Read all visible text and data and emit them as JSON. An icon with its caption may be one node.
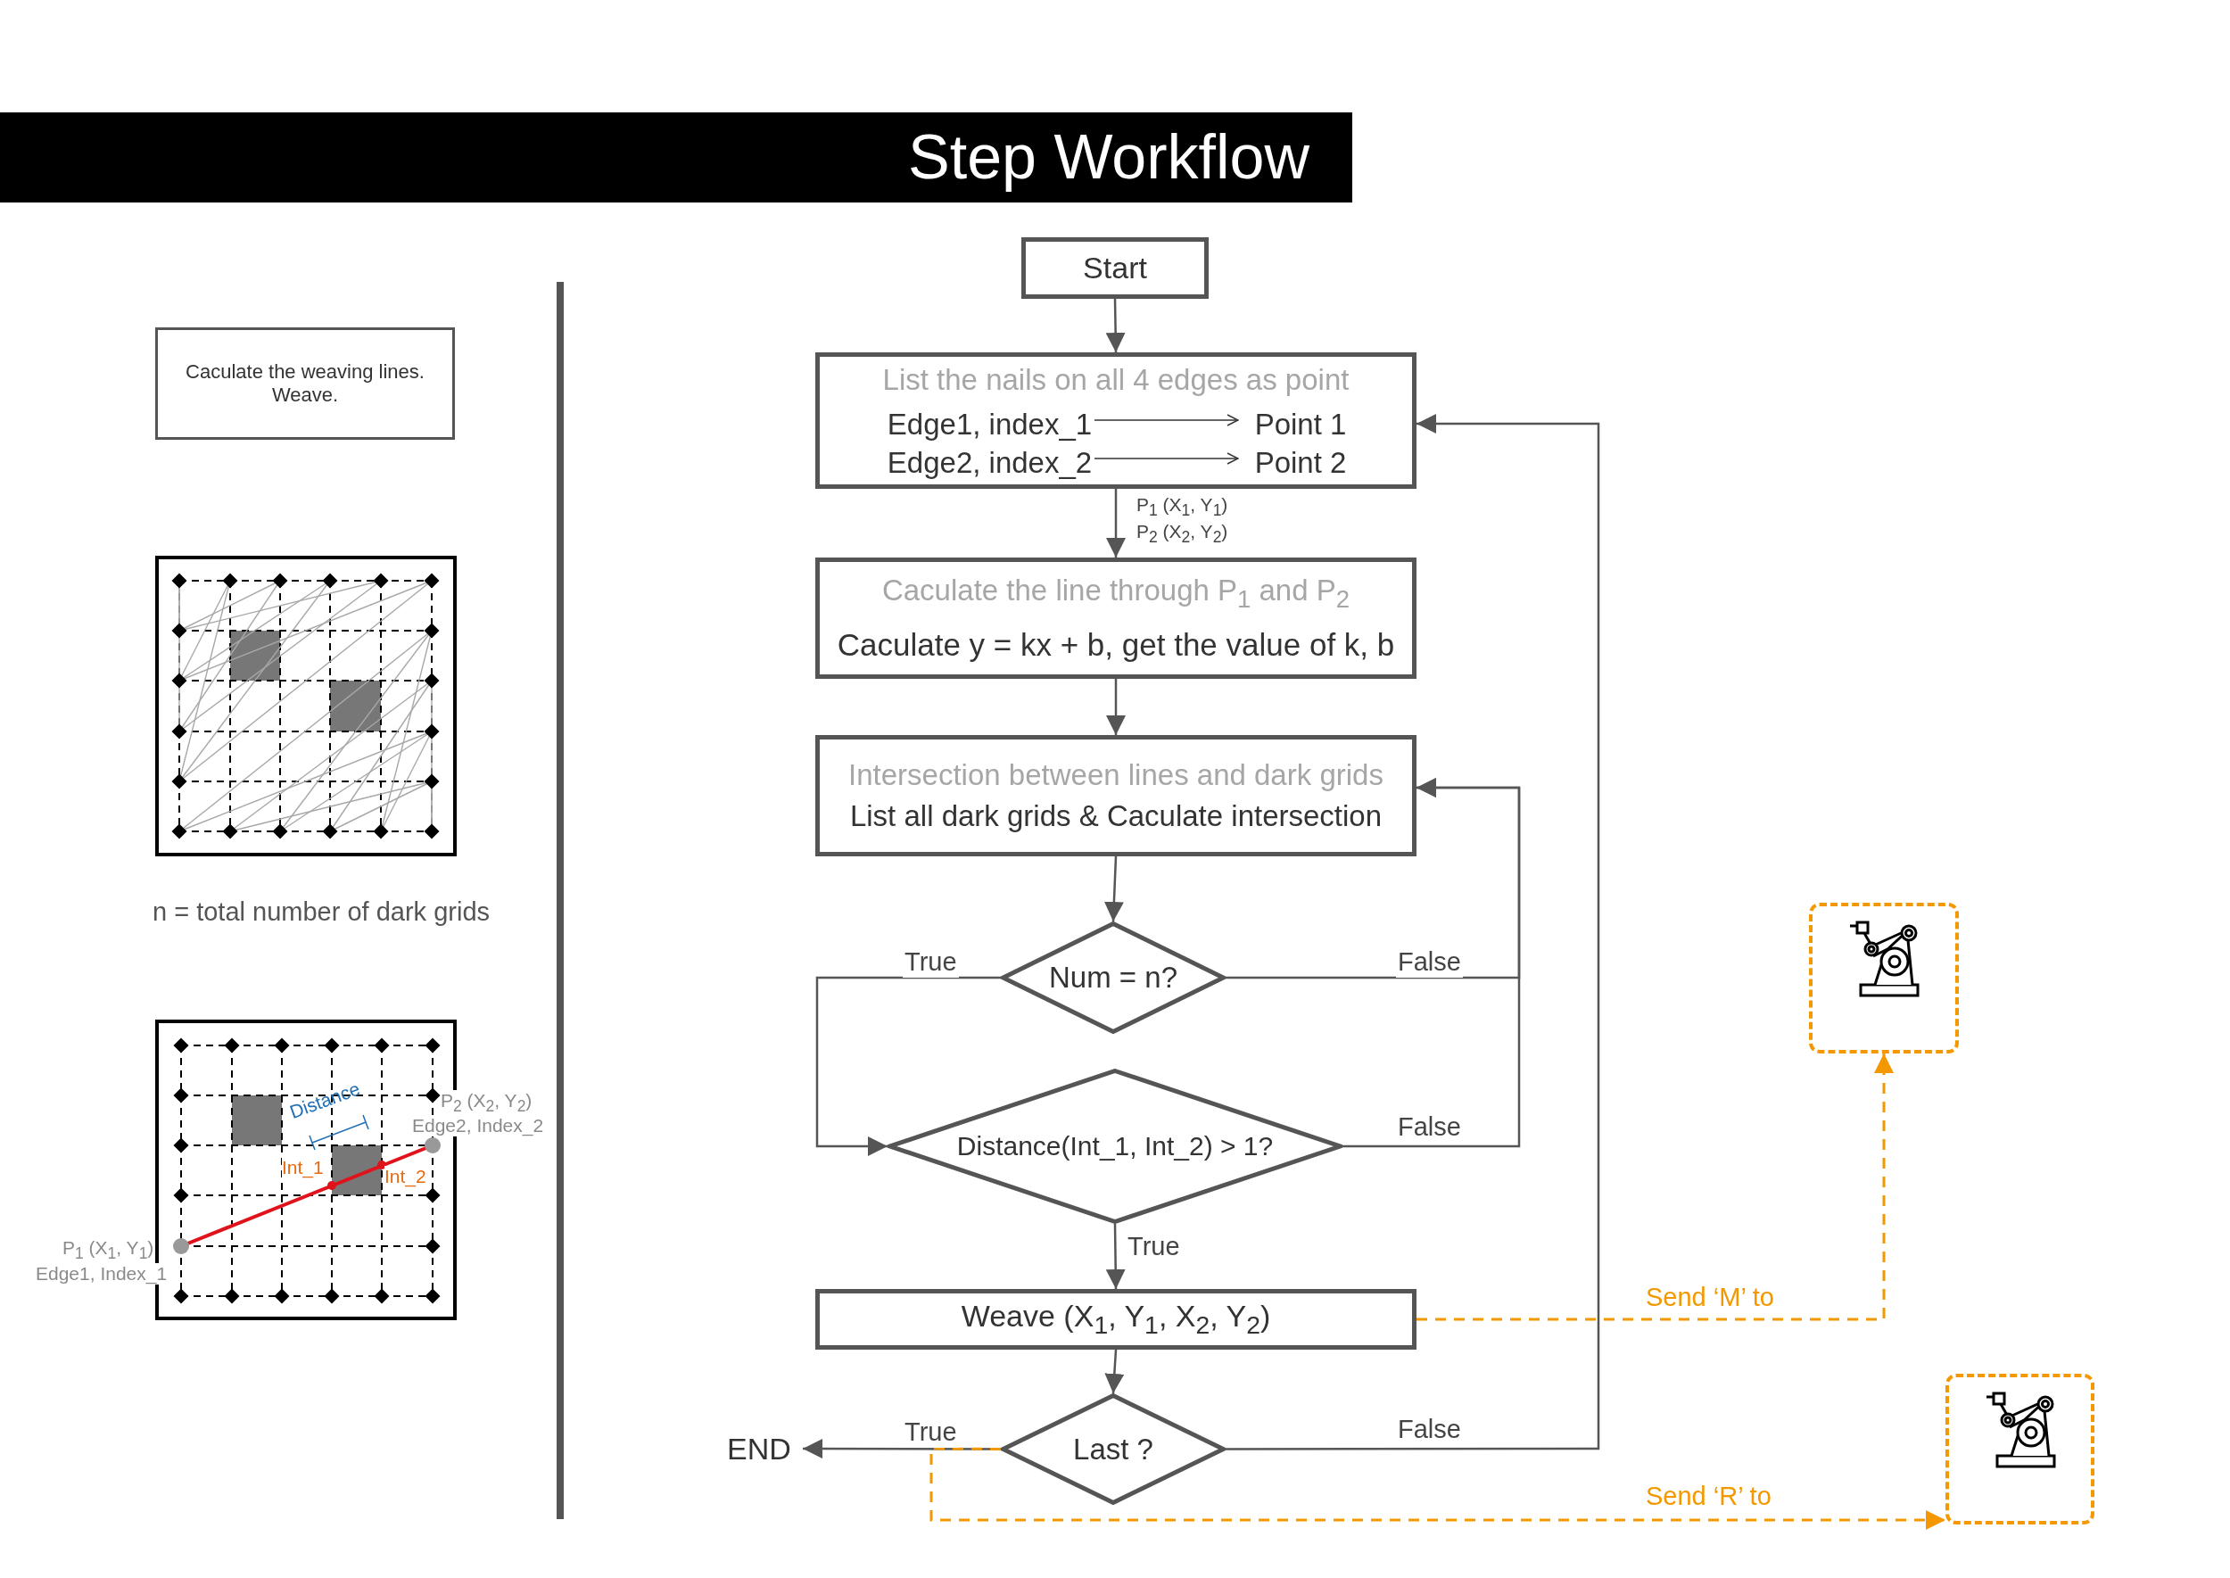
{
  "diagram": {
    "title": "Step Workflow",
    "nodes": [
      {
        "text": [
          "Start"
        ]
      },
      {
        "text": [
          "List the nails on all 4 edges as point"
        ]
      },
      {
        "text": [
          "Edge1, index_1"
        ],
        "in": 1
      },
      {
        "text": [
          "Point 1"
        ],
        "in": 1
      },
      {
        "text": [
          "Edge2, index_2"
        ],
        "in": 1
      },
      {
        "text": [
          "Point 2"
        ],
        "in": 1
      },
      {
        "text": [
          "Caculate the line through P$_{1}$ and P$_{2}$",
          "Caculate y = kx + b, get the value of k, b"
        ]
      },
      {
        "text": [
          "Intersection between lines and dark grids",
          "List all dark grids & Caculate intersection"
        ]
      },
      {
        "text": [
          "Num = n?"
        ]
      },
      {
        "text": [
          "Distance(Int_1, Int_2) > 1?"
        ]
      },
      {
        "text": [
          "Weave (X$_{1}$, Y$_{1}$, X$_{2}$, Y$_{2}$)"
        ]
      },
      {
        "text": [
          "Last ?"
        ]
      },
      {
        "text": [
          "END"
        ]
      },
      {
        "text": [],
        "shape": "box"
      },
      {
        "text": [],
        "shape": "box"
      },
      {
        "text": [
          "Caculate the weaving lines. Weave."
        ]
      }
    ],
    "edges": [
      {
        "from": 0,
        "to": 1,
        "arrow": "to"
      },
      {
        "from": 2,
        "to": 3,
        "arrow": "to"
      },
      {
        "from": 4,
        "to": 5,
        "arrow": "to"
      },
      {
        "from": 1,
        "to": 6,
        "arrow": "to",
        "label": "P$_{1}$ (X$_{1}$, Y$_{1}$) P$_{2}$ (X$_{2}$, Y$_{2}$)"
      },
      {
        "from": 6,
        "to": 7,
        "arrow": "to"
      },
      {
        "from": 7,
        "to": 8,
        "arrow": "to"
      },
      {
        "from": 8,
        "to": 9,
        "arrow": "to",
        "label": "True"
      },
      {
        "from": 8,
        "to": 7,
        "arrow": "to",
        "label": "False"
      },
      {
        "from": 9,
        "to": 7,
        "arrow": "to",
        "label": "False"
      },
      {
        "from": 9,
        "to": 10,
        "arrow": "to",
        "label": "True"
      },
      {
        "from": 10,
        "to": 11,
        "arrow": "to"
      },
      {
        "from": 11,
        "to": 12,
        "arrow": "to",
        "label": "True"
      },
      {
        "from": 11,
        "to": 1,
        "arrow": "to",
        "label": "False"
      },
      {
        "from": 10,
        "to": 13,
        "arrow": "to",
        "label": "Send ‘M’ to",
        "style": "dashed",
        "color": "#f39800"
      },
      {
        "from": 11,
        "to": 14,
        "arrow": "to",
        "label": "Send ‘R’ to",
        "style": "dashed",
        "color": "#f39800"
      }
    ],
    "labels": [
      "n = total number of dark grids",
      "P$_{2}$ (X$_{2}$, Y$_{2}$)",
      "Edge2, Index_2",
      "Distance",
      "Int_1",
      "Int_2",
      "P$_{1}$ (X$_{1}$, Y$_{1}$)",
      "Edge1, Index_1"
    ]
  }
}
